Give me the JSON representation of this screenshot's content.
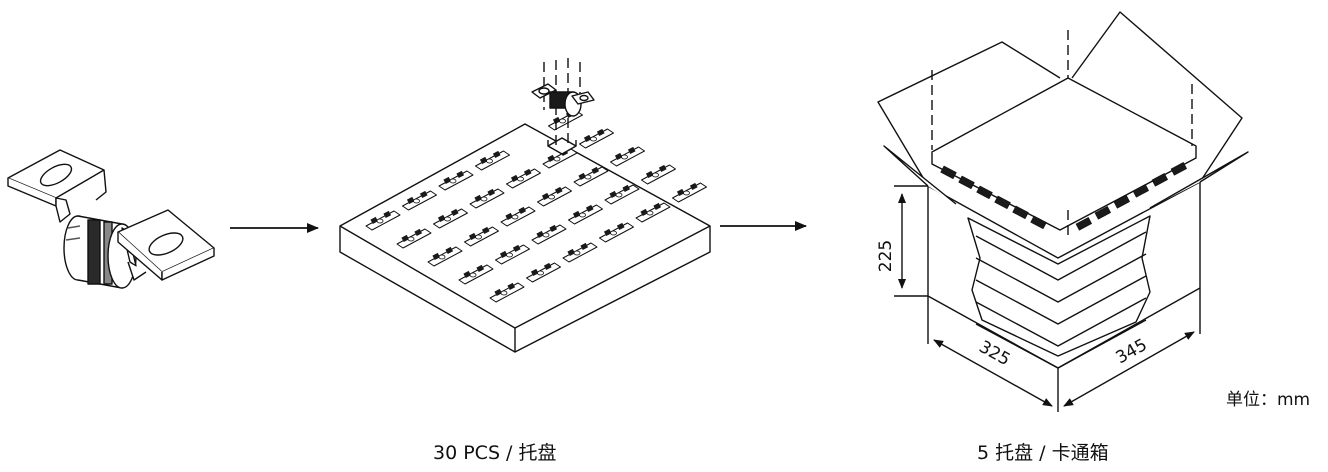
{
  "header": {
    "partial_title": ""
  },
  "steps": [
    {
      "caption": ""
    },
    {
      "caption": "30 PCS / 托盘"
    },
    {
      "caption": "5 托盘 / 卡通箱"
    }
  ],
  "dimensions": {
    "height": "225",
    "depth": "325",
    "width": "345"
  },
  "unit_label": "单位：mm",
  "colors": {
    "stroke": "#111111",
    "fill": "#ffffff",
    "dark": "#1a1a1a",
    "mid": "#8a8a8a"
  }
}
